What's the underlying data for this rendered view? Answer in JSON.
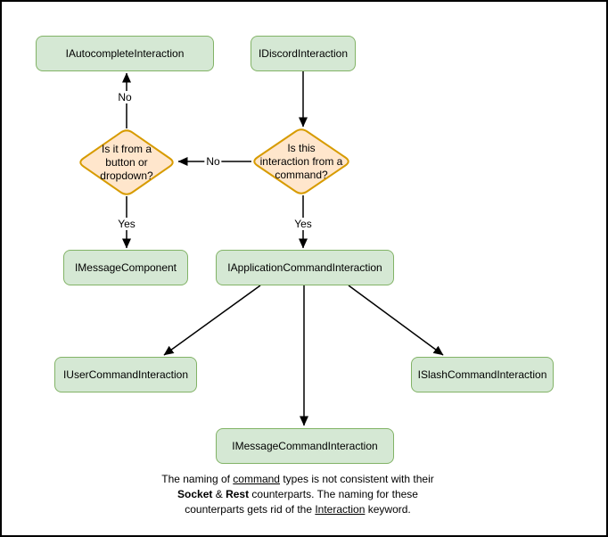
{
  "diagram": {
    "type": "flowchart",
    "colors": {
      "canvas_bg": "#ffffff",
      "canvas_border": "#000000",
      "node_fill": "#d5e8d4",
      "node_stroke": "#82b366",
      "decision_fill": "#ffe6cc",
      "decision_stroke": "#d79b00",
      "connector": "#000000",
      "text": "#000000"
    },
    "nodes": {
      "autocomplete": {
        "label": "IAutocompleteInteraction"
      },
      "discord": {
        "label": "IDiscordInteraction"
      },
      "message_component": {
        "label": "IMessageComponent"
      },
      "application_command": {
        "label": "IApplicationCommandInteraction"
      },
      "user_command": {
        "label": "IUserCommandInteraction"
      },
      "slash_command": {
        "label": "ISlashCommandInteraction"
      },
      "message_command": {
        "label": "IMessageCommandInteraction"
      }
    },
    "decisions": {
      "button_dropdown": {
        "label": "Is it from a\nbutton or\ndropdown?"
      },
      "from_command": {
        "label": "Is this\ninteraction from a\ncommand?"
      }
    },
    "edge_labels": {
      "no_to_autocomplete": "No",
      "no_to_button_dropdown": "No",
      "yes_to_message_component": "Yes",
      "yes_to_application_command": "Yes"
    },
    "note": {
      "line1": {
        "t1": "The naming of ",
        "u": "command",
        "t2": " types is not consistent with their"
      },
      "line2": {
        "b1": "Socket",
        "t1": " & ",
        "b2": "Rest",
        "t2": " counterparts. The naming for these"
      },
      "line3": {
        "t1": "counterparts gets rid of the ",
        "u": "Interaction",
        "t2": " keyword."
      }
    }
  }
}
